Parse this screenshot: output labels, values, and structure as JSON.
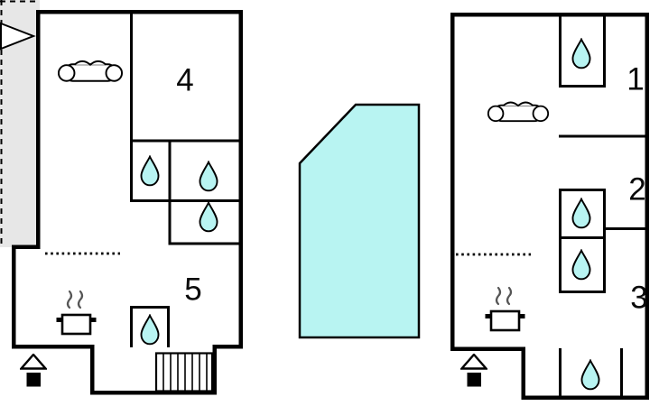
{
  "colors": {
    "wall": "#000000",
    "pool_fill": "#b8f4f2",
    "drop_fill": "#aeeef6",
    "adjacent_fill": "#e7e7e7",
    "steam": "#555555",
    "background": "#ffffff"
  },
  "units": {
    "left": {
      "name": "left-apartment",
      "rooms": [
        {
          "label": "4"
        },
        {
          "label": "5"
        }
      ],
      "icons": [
        "sofa-icon",
        "shower-drop-icon",
        "shower-drop-icon",
        "shower-drop-icon",
        "kitchen-pot-icon",
        "shower-drop-icon",
        "stairs-icon",
        "entrance-arrow-icon",
        "direction-arrow-icon"
      ]
    },
    "right": {
      "name": "right-apartment",
      "rooms": [
        {
          "label": "1"
        },
        {
          "label": "2"
        },
        {
          "label": "3"
        }
      ],
      "icons": [
        "shower-drop-icon",
        "sofa-icon",
        "shower-drop-icon",
        "shower-drop-icon",
        "kitchen-pot-icon",
        "shower-drop-icon",
        "entrance-arrow-icon"
      ]
    }
  },
  "pool": {
    "type": "swimming-pool"
  }
}
